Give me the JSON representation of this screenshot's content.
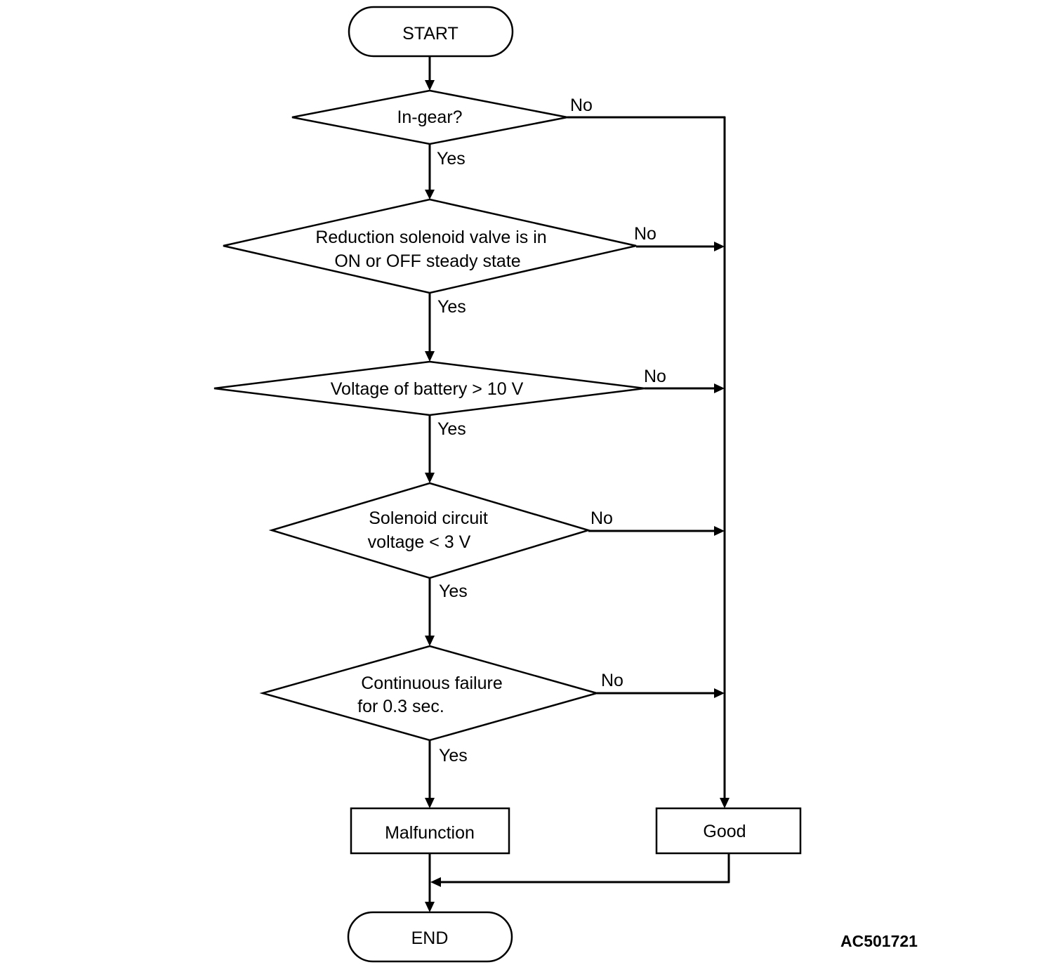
{
  "flowchart": {
    "start": "START",
    "end": "END",
    "decisions": [
      {
        "id": "in-gear",
        "lines": [
          "In-gear?"
        ],
        "yes": "Yes",
        "no": "No"
      },
      {
        "id": "solenoid-steady",
        "lines": [
          "Reduction solenoid valve is in",
          "ON or OFF steady state"
        ],
        "yes": "Yes",
        "no": "No"
      },
      {
        "id": "battery-voltage",
        "lines": [
          "Voltage of battery > 10 V"
        ],
        "yes": "Yes",
        "no": "No"
      },
      {
        "id": "circuit-voltage",
        "lines": [
          "Solenoid circuit",
          "voltage < 3 V"
        ],
        "yes": "Yes",
        "no": "No"
      },
      {
        "id": "continuous-failure",
        "lines": [
          "Continuous failure",
          "for 0.3 sec."
        ],
        "yes": "Yes",
        "no": "No"
      }
    ],
    "outcomes": {
      "malfunction": "Malfunction",
      "good": "Good"
    }
  },
  "figure_id": "AC501721"
}
